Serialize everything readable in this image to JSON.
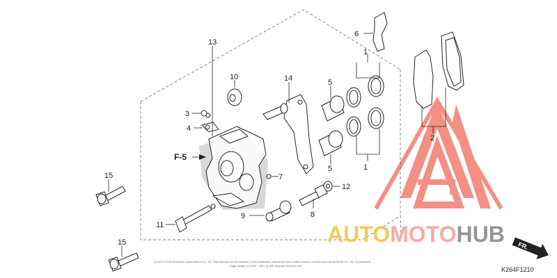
{
  "diagram": {
    "callouts": [
      "1",
      "1",
      "2",
      "3",
      "4",
      "5",
      "5",
      "6",
      "7",
      "8",
      "9",
      "10",
      "11",
      "12",
      "13",
      "14",
      "15",
      "15"
    ],
    "reference_label": "F-5",
    "direction_label": "FR.",
    "figure_code": "K264F1210",
    "copyright_line_1": "(c) 2013-2016 American Honda Motor Co., Inc. Reproduction of the contents of this publication without the prior written consent of American Honda Motor Co., Inc. is prohibited.",
    "copyright_line_2": "Page design (c) 2004 - 2017 by ARI Network Services, Inc."
  },
  "watermark": {
    "text_part_1": "AUTO",
    "text_part_2": "MOTO",
    "text_part_3": "HUB",
    "colors": {
      "auto": "#f4c54a",
      "moto": "#f3a59a",
      "hub": "#8a8a8a",
      "logo": "#f06a5c"
    }
  }
}
